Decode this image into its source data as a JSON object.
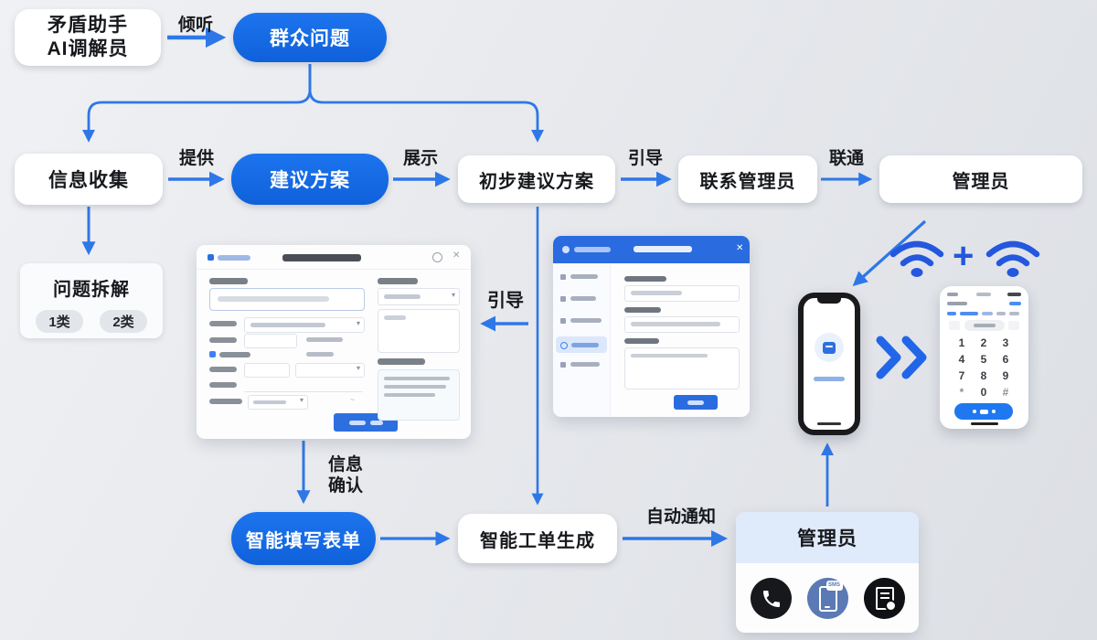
{
  "colors": {
    "accent_blue": "#1166e2",
    "arrow_blue": "#2e77e8",
    "panel_header_blue": "#2b6be0",
    "admin_card_top": "#dfeafa",
    "sms_icon_bg": "#5a79b5"
  },
  "nodes": {
    "actor_line1": "矛盾助手",
    "actor_line2": "AI调解员",
    "crowd_problem": "群众问题",
    "info_collect": "信息收集",
    "suggestion": "建议方案",
    "preliminary": "初步建议方案",
    "contact_admin": "联系管理员",
    "admin_top": "管理员",
    "problem_split": "问题拆解",
    "tag1": "1类",
    "tag2": "2类",
    "smart_form": "智能填写表单",
    "smart_ticket": "智能工单生成",
    "admin_bottom": "管理员"
  },
  "edges": {
    "listen": "倾听",
    "provide": "提供",
    "display": "展示",
    "guide1": "引导",
    "connect": "联通",
    "guide2": "引导",
    "confirm_line1": "信息",
    "confirm_line2": "确认",
    "auto_notify": "自动通知"
  },
  "icons": {
    "plus": "+",
    "sms_badge": "SMS",
    "close_glyph": "✕"
  },
  "dialer": {
    "keys": [
      "1",
      "2",
      "3",
      "4",
      "5",
      "6",
      "7",
      "8",
      "9",
      "*",
      "0",
      "#"
    ]
  }
}
